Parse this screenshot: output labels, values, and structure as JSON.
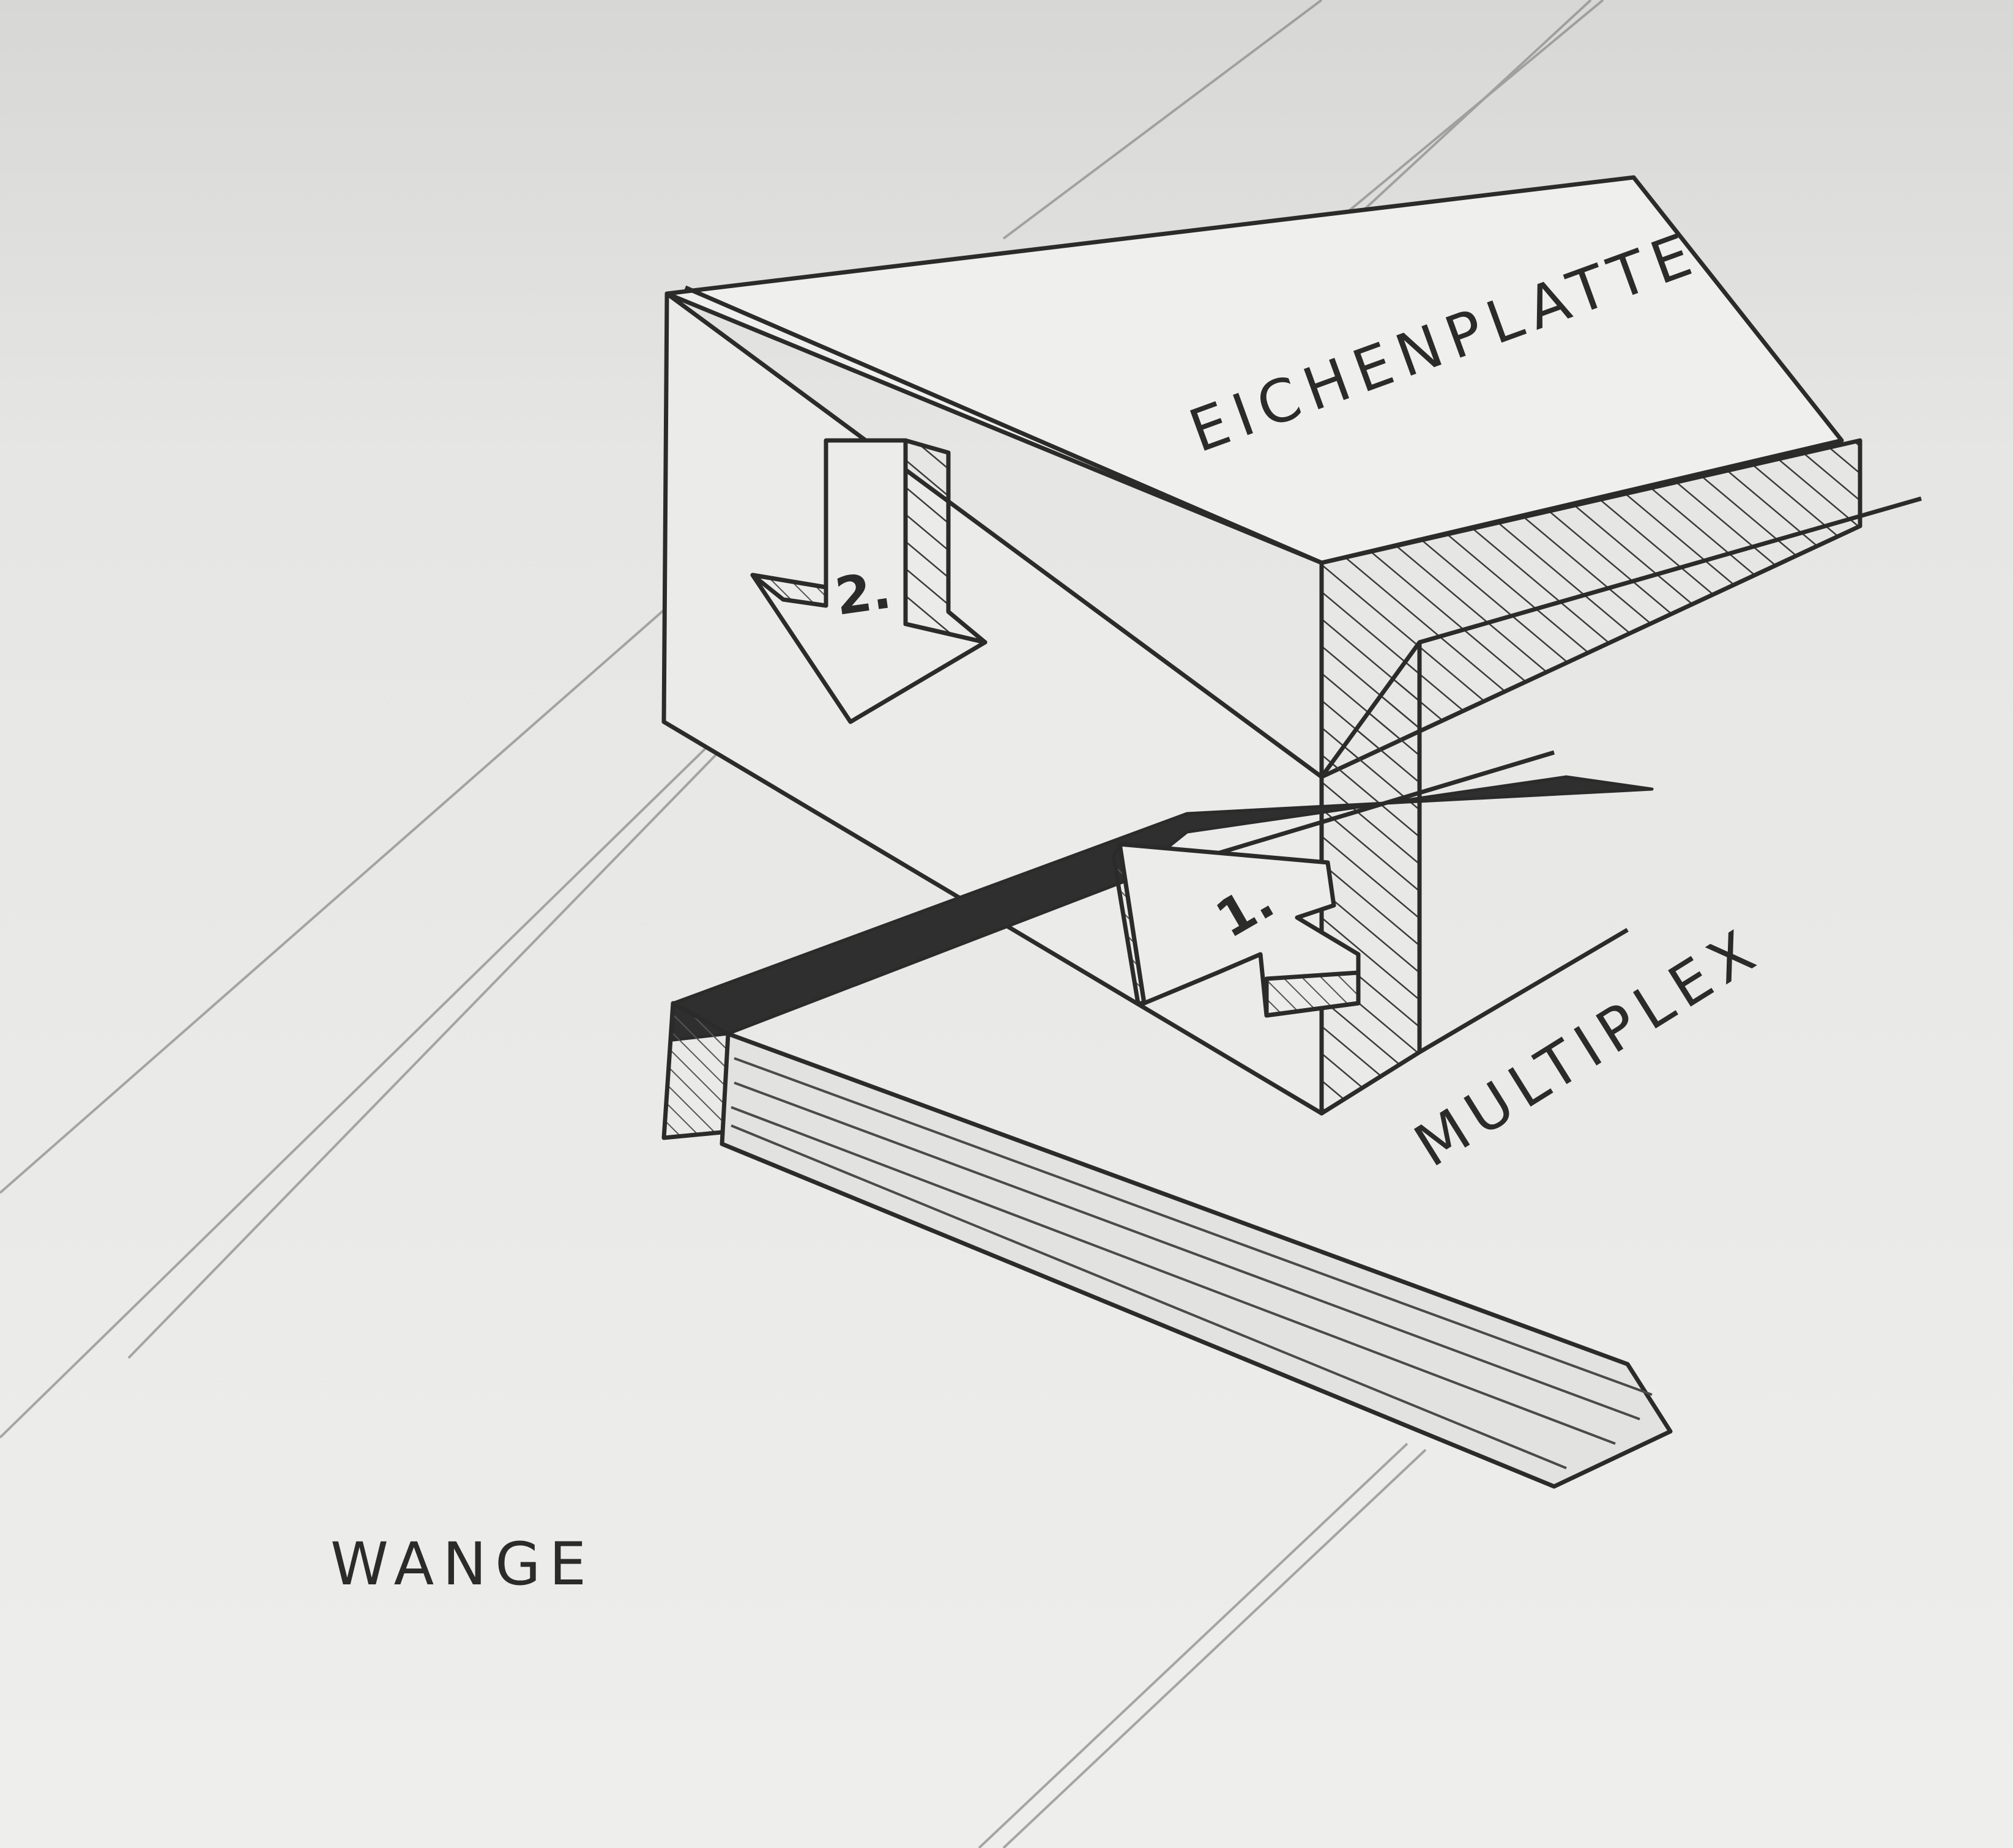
{
  "drawing": {
    "labels": {
      "top_board": "EICHENPLATTE",
      "multiplex": "MULTIPLEX",
      "side_panel": "WANGE"
    },
    "steps": {
      "step_one": "1.",
      "step_two": "2."
    }
  },
  "colors": {
    "paper": "#eeeeec",
    "pencil": "#2b2b2b",
    "shade": "#3a3a3a"
  }
}
